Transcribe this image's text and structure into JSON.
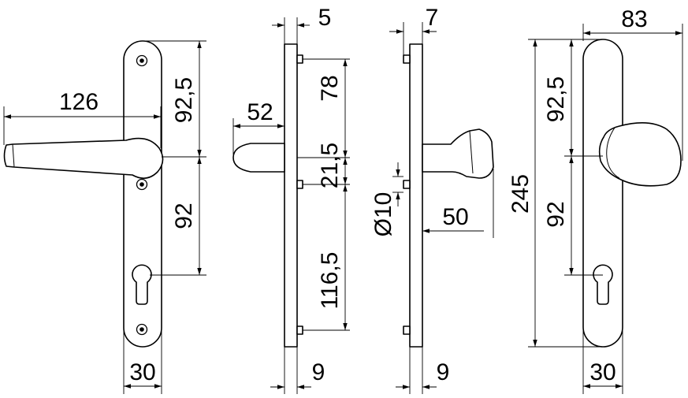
{
  "drawing": {
    "dimensions": {
      "handle_length": "126",
      "top_to_handle_axis": "92,5",
      "handle_axis_to_keyhole": "92",
      "plate_width_left": "30",
      "handle_projection_side": "52",
      "plate_thickness_top": "5",
      "side_upper_segment": "78",
      "side_mid_segment": "21,5",
      "side_lower_segment": "116,5",
      "side_bottom_thickness": "9",
      "knob_plate_thickness_top": "7",
      "spindle_diameter": "Ø10",
      "knob_projection": "50",
      "knob_bottom_thickness": "9",
      "plate_total_width": "83",
      "plate_total_height": "245",
      "top_to_knob_axis": "92,5",
      "knob_axis_to_keyhole": "92",
      "plate_width_right": "30"
    }
  }
}
